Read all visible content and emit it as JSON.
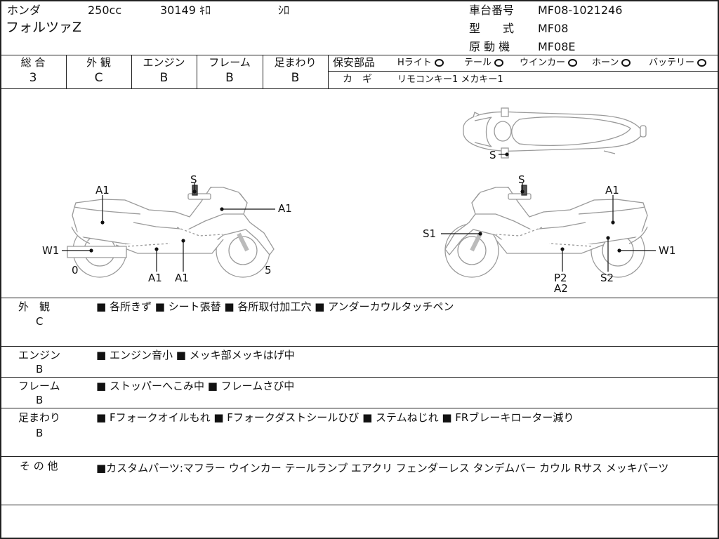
{
  "header": {
    "maker": "ホンダ",
    "displacement": "250cc",
    "mileage": "30149 ｷﾛ",
    "color": "ｼﾛ",
    "model_name": "フォルツァZ",
    "frame_no_label": "車台番号",
    "frame_no": "MF08-1021246",
    "type_label": "型　　式",
    "type": "MF08",
    "engine_label": "原 動 機",
    "engine": "MF08E"
  },
  "grades": [
    {
      "label": "総 合",
      "value": "3"
    },
    {
      "label": "外 観",
      "value": "C"
    },
    {
      "label": "エンジン",
      "value": "B"
    },
    {
      "label": "フレーム",
      "value": "B"
    },
    {
      "label": "足まわり",
      "value": "B"
    }
  ],
  "safety": {
    "label": "保安部品",
    "items": [
      "Hライト",
      "テール",
      "ウインカー",
      "ホーン",
      "バッテリー"
    ],
    "key_label": "カ　ギ",
    "key_value": "リモコンキー1 メカキー1"
  },
  "diagram": {
    "left": [
      "A1",
      "S",
      "A1",
      "W1",
      "0",
      "A1",
      "A1",
      "5"
    ],
    "top": [
      "S"
    ],
    "right": [
      "S",
      "A1",
      "S1",
      "W1",
      "P2",
      "A2",
      "S2"
    ]
  },
  "notes": [
    {
      "label": "外　観",
      "grade": "C",
      "text": "■ 各所きず ■ シート張替 ■ 各所取付加工穴 ■ アンダーカウルタッチペン"
    },
    {
      "label": "エンジン",
      "grade": "B",
      "text": "■ エンジン音小 ■ メッキ部メッキはげ中"
    },
    {
      "label": "フレーム",
      "grade": "B",
      "text": "■ ストッパーへこみ中 ■ フレームさび中"
    },
    {
      "label": "足まわり",
      "grade": "B",
      "text": "■ Fフォークオイルもれ ■ Fフォークダストシールひび ■ ステムねじれ ■ FRブレーキローター減り"
    },
    {
      "label": "そ の 他",
      "grade": "",
      "text": "■カスタムパーツ:マフラー ウインカー テールランプ エアクリ フェンダーレス タンデムバー カウル Rサス メッキパーツ"
    }
  ]
}
